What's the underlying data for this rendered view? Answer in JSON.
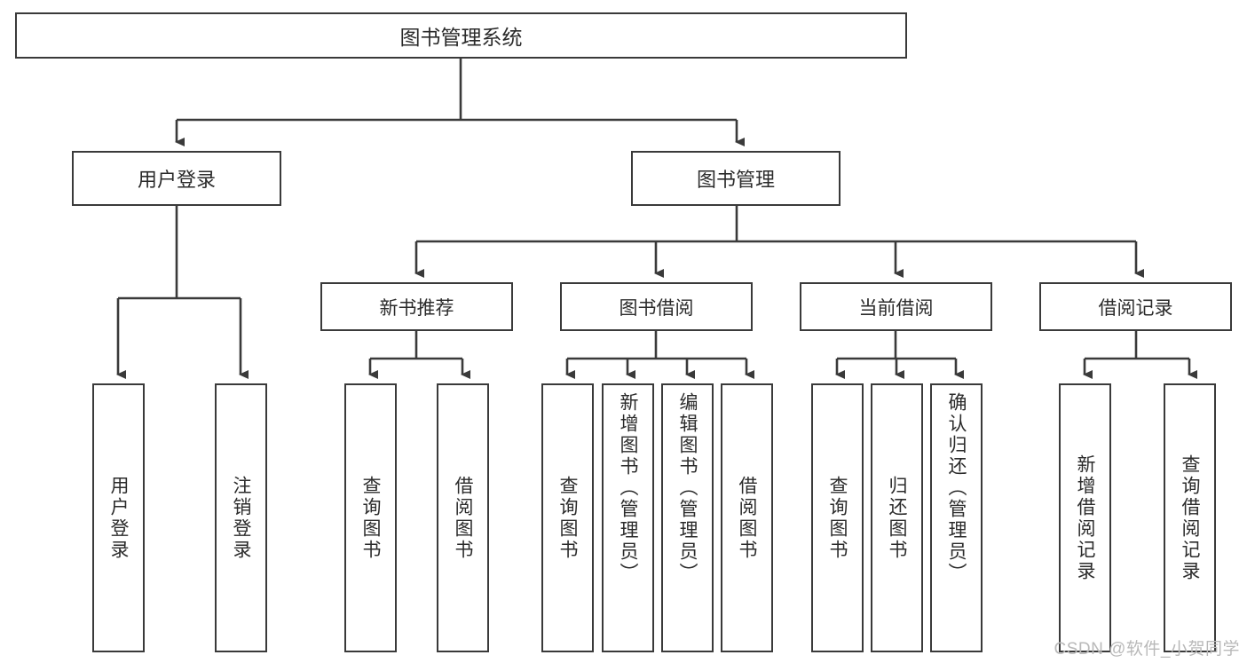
{
  "diagram": {
    "type": "tree-hierarchy-flowchart",
    "root": {
      "label": "图书管理系统"
    },
    "level2": [
      {
        "label": "用户登录"
      },
      {
        "label": "图书管理"
      }
    ],
    "level3": [
      {
        "label": "新书推荐"
      },
      {
        "label": "图书借阅"
      },
      {
        "label": "当前借阅"
      },
      {
        "label": "借阅记录"
      }
    ],
    "leaves": {
      "user_login": [
        {
          "label": "用户登录"
        },
        {
          "label": "注销登录"
        }
      ],
      "new_book_recommend": [
        {
          "label": "查询图书"
        },
        {
          "label": "借阅图书"
        }
      ],
      "book_borrow": [
        {
          "label": "查询图书"
        },
        {
          "label": "新增图书（管理员）"
        },
        {
          "label": "编辑图书（管理员）"
        },
        {
          "label": "借阅图书"
        }
      ],
      "current_borrow": [
        {
          "label": "查询图书"
        },
        {
          "label": "归还图书"
        },
        {
          "label": "确认归还（管理员）"
        }
      ],
      "borrow_record": [
        {
          "label": "新增借阅记录"
        },
        {
          "label": "查询借阅记录"
        }
      ]
    }
  },
  "watermark": {
    "text": "CSDN @软件_小贺同学"
  },
  "colors": {
    "stroke": "#3a3a3a",
    "fill": "#ffffff",
    "text": "#2b2b2b",
    "watermark": "#b9b9b9"
  }
}
